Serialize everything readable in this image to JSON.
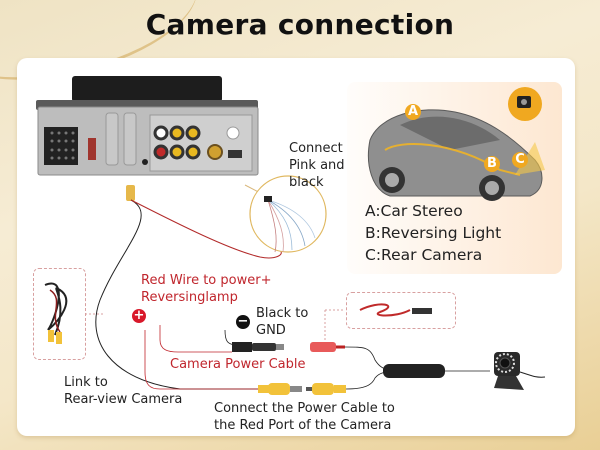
{
  "title": "Camera connection",
  "labels": {
    "connect_pink_black": "Connect\nPink and\nblack",
    "red_wire": "Red Wire to power+\nReversinglamp",
    "black_gnd": "Black to\nGND",
    "camera_power_cable": "Camera Power Cable",
    "link_rear_view": "Link to\nRear-view Camera",
    "connect_power_red_port": "Connect the Power Cable to\nthe Red Port of the Camera"
  },
  "legend": {
    "items": [
      {
        "key": "A",
        "label": "A:Car Stereo"
      },
      {
        "key": "B",
        "label": "B:Reversing Light"
      },
      {
        "key": "C",
        "label": "C:Rear Camera"
      }
    ]
  },
  "markers": {
    "plus": "+",
    "minus": "−",
    "A": "A",
    "B": "B",
    "C": "C"
  },
  "colors": {
    "accent_red": "#c0262d",
    "marker_orange": "#f0a820",
    "rca_yellow": "#f2c23a",
    "background": "#f4e7c8"
  }
}
